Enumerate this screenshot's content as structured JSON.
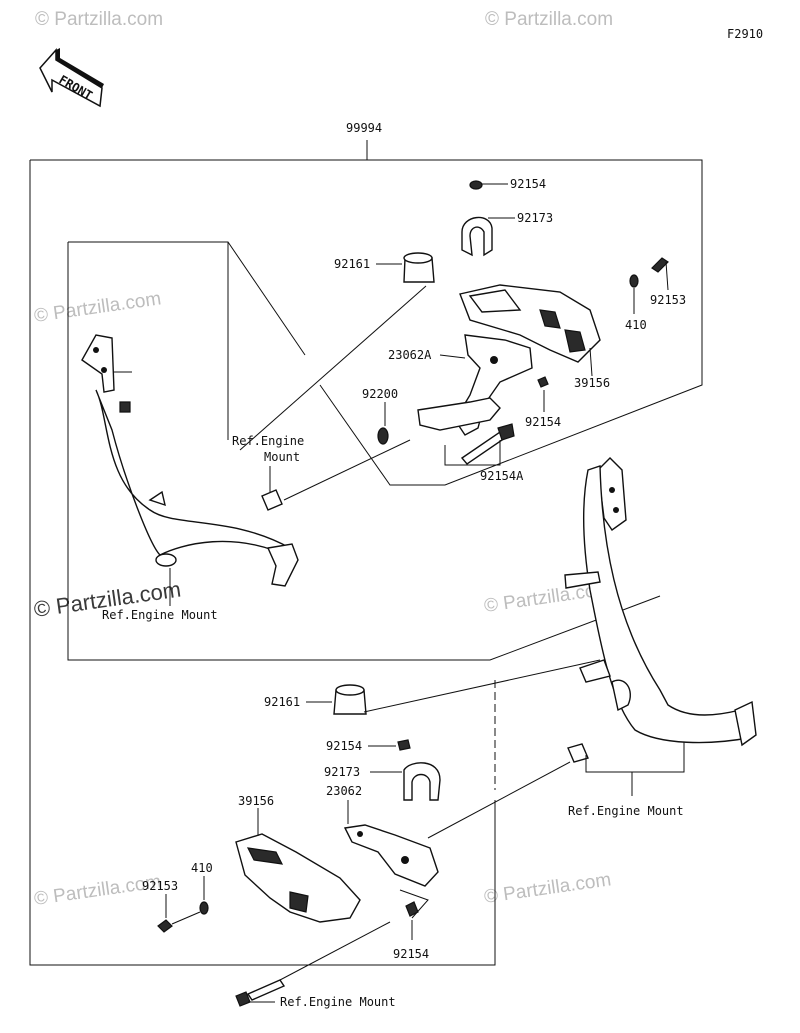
{
  "diagram": {
    "figure_code": "F2910",
    "front_label": "FRONT",
    "assembly_part": "99994",
    "watermark": "© Partzilla.com",
    "callouts": [
      {
        "id": "c-92154-top",
        "text": "92154"
      },
      {
        "id": "c-92173-top",
        "text": "92173"
      },
      {
        "id": "c-92161-top",
        "text": "92161"
      },
      {
        "id": "c-92153-top",
        "text": "92153"
      },
      {
        "id": "c-410-top",
        "text": "410"
      },
      {
        "id": "c-23062A",
        "text": "23062A"
      },
      {
        "id": "c-39156-top",
        "text": "39156"
      },
      {
        "id": "c-92200",
        "text": "92200"
      },
      {
        "id": "c-92154-mid",
        "text": "92154"
      },
      {
        "id": "c-92154A",
        "text": "92154A"
      },
      {
        "id": "c-ref-upper-1",
        "text": "Ref.Engine"
      },
      {
        "id": "c-ref-upper-2",
        "text": "Mount"
      },
      {
        "id": "c-ref-left",
        "text": "Ref.Engine Mount"
      },
      {
        "id": "c-92161-bot",
        "text": "92161"
      },
      {
        "id": "c-92154-bot1",
        "text": "92154"
      },
      {
        "id": "c-92173-bot",
        "text": "92173"
      },
      {
        "id": "c-39156-bot",
        "text": "39156"
      },
      {
        "id": "c-23062",
        "text": "23062"
      },
      {
        "id": "c-410-bot",
        "text": "410"
      },
      {
        "id": "c-92153-bot",
        "text": "92153"
      },
      {
        "id": "c-92154-bot2",
        "text": "92154"
      },
      {
        "id": "c-ref-right",
        "text": "Ref.Engine Mount"
      },
      {
        "id": "c-ref-bottom",
        "text": "Ref.Engine Mount"
      }
    ]
  }
}
